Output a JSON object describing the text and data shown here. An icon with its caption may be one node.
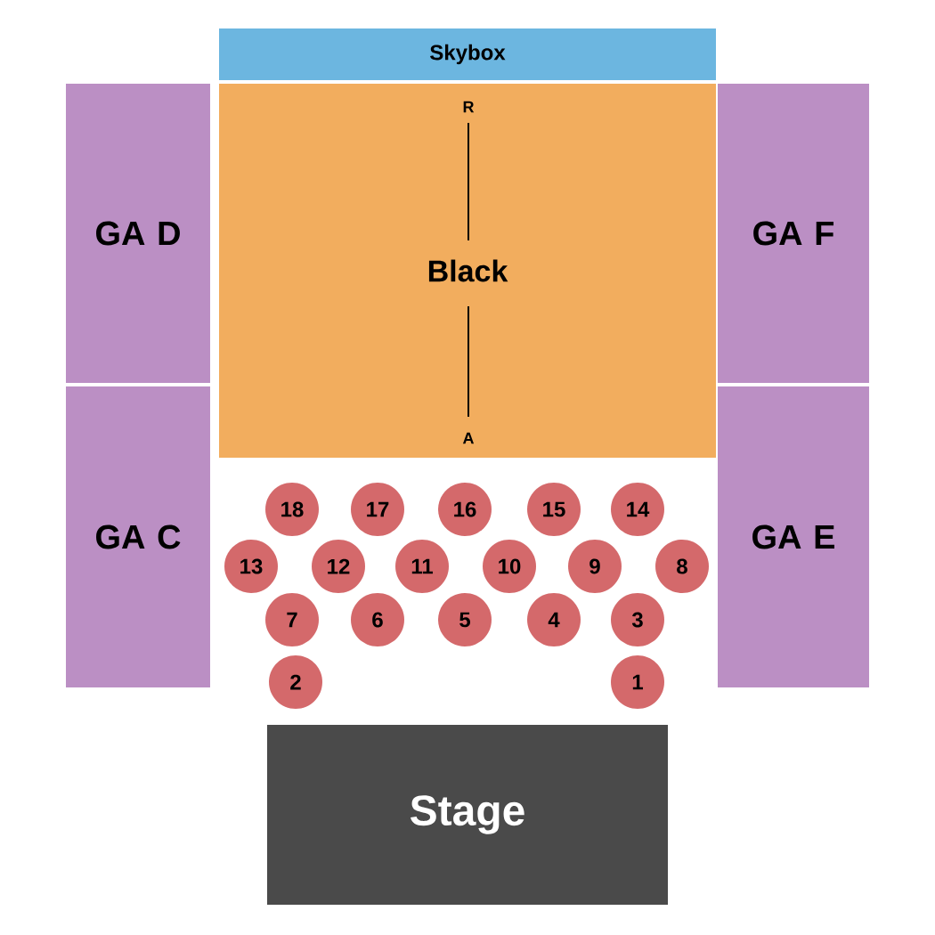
{
  "diagram": {
    "nodes": [
      {
        "text": [
          "Skybox"
        ]
      },
      {
        "text": [
          "GA D"
        ]
      },
      {
        "text": [
          "Black"
        ]
      },
      {
        "text": [
          "GA F"
        ]
      },
      {
        "text": [
          "GA C"
        ]
      },
      {
        "text": [
          "GA E"
        ]
      },
      {
        "text": [
          "18"
        ]
      },
      {
        "text": [
          "17"
        ]
      },
      {
        "text": [
          "16"
        ]
      },
      {
        "text": [
          "15"
        ]
      },
      {
        "text": [
          "14"
        ]
      },
      {
        "text": [
          "13"
        ]
      },
      {
        "text": [
          "12"
        ]
      },
      {
        "text": [
          "11"
        ]
      },
      {
        "text": [
          "10"
        ]
      },
      {
        "text": [
          "9"
        ]
      },
      {
        "text": [
          "8"
        ]
      },
      {
        "text": [
          "7"
        ]
      },
      {
        "text": [
          "6"
        ]
      },
      {
        "text": [
          "5"
        ]
      },
      {
        "text": [
          "4"
        ]
      },
      {
        "text": [
          "3"
        ]
      },
      {
        "text": [
          "2"
        ]
      },
      {
        "text": [
          "1"
        ]
      },
      {
        "text": [
          "Stage"
        ]
      }
    ],
    "labels": [
      "R",
      "A"
    ]
  }
}
